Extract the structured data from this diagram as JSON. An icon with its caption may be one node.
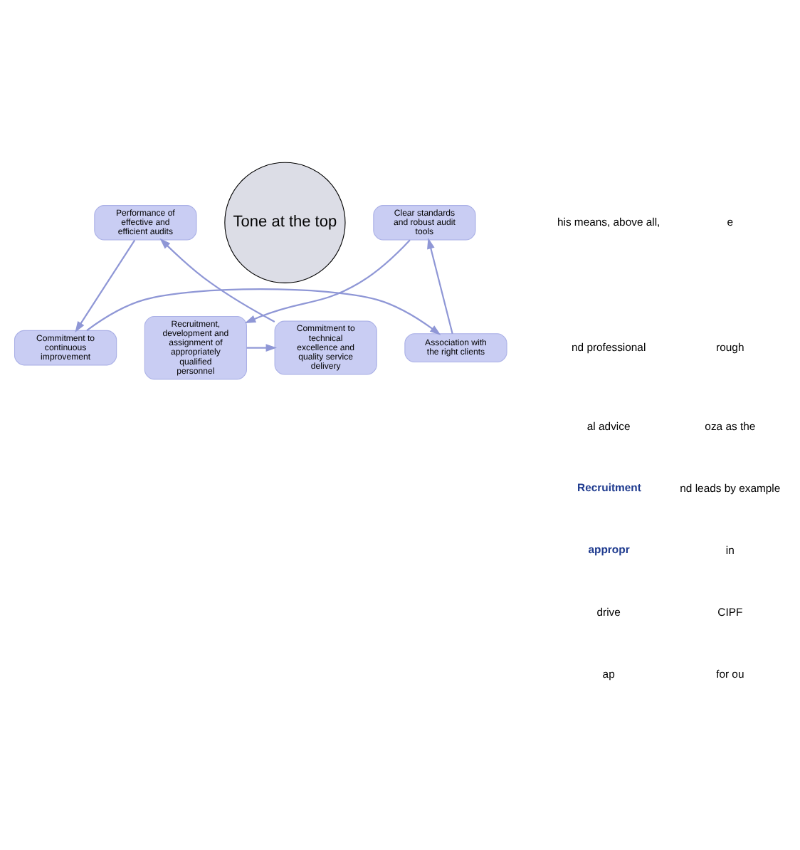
{
  "diagram": {
    "nodes": [
      {
        "text": [
          "Tone at the top"
        ]
      },
      {
        "text": [
          "Commitment to continuous improvement"
        ]
      },
      {
        "text": [
          "Association with the right clients"
        ]
      },
      {
        "text": [
          "Clear standards and robust audit tools"
        ]
      },
      {
        "text": [
          "Recruitment, development and assignment of appropriately qualified personnel"
        ]
      },
      {
        "text": [
          "Commitment to technical excellence and quality service delivery"
        ]
      },
      {
        "text": [
          "Performance of effective and efficient audits"
        ]
      }
    ],
    "edges": [
      {
        "from": 1,
        "to": 2,
        "arrow": "to"
      },
      {
        "from": 2,
        "to": 3,
        "arrow": "to"
      },
      {
        "from": 3,
        "to": 4,
        "arrow": "to"
      },
      {
        "from": 4,
        "to": 5,
        "arrow": "to"
      },
      {
        "from": 5,
        "to": 6,
        "arrow": "to"
      },
      {
        "from": 6,
        "to": 1,
        "arrow": "to"
      }
    ],
    "labels": [
      "his means, above all,",
      "nd professional",
      "al advice",
      "Recruitment",
      "appropr",
      "drive",
      "ap",
      "e",
      "rough",
      "oza as the",
      "nd leads by example",
      "in",
      "CIPF",
      "for ou"
    ]
  }
}
